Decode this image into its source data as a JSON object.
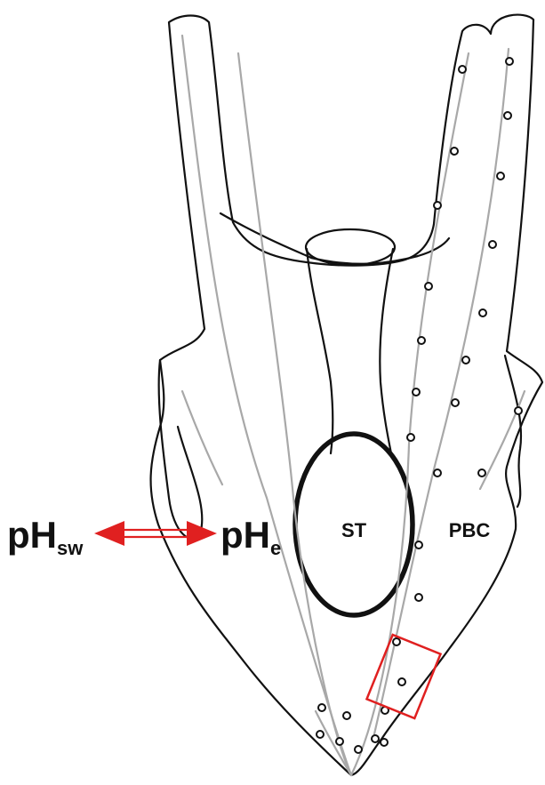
{
  "labels": {
    "stomach": "ST",
    "calcifying_region": "PBC",
    "ph_seawater_main": "pH",
    "ph_seawater_sub": "sw",
    "ph_extracellular_main": "pH",
    "ph_extracellular_sub": "e"
  },
  "colors": {
    "outline": "#111111",
    "spicule_guide": "#a8a8a8",
    "exchange_arrow": "#e02020",
    "highlight_box": "#e02020"
  },
  "icons": {
    "exchange_arrow": "double-headed-arrow",
    "cells": "circle-outline",
    "highlight": "rectangle-outline"
  }
}
